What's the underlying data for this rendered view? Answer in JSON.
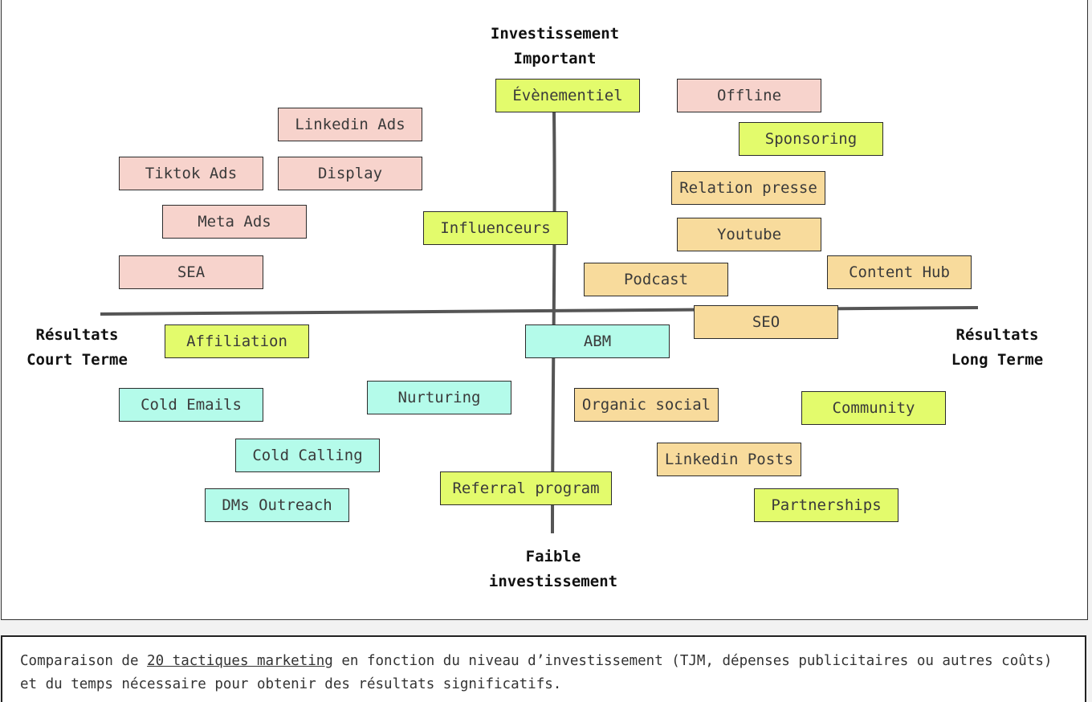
{
  "axes": {
    "top": [
      "Investissement",
      "Important"
    ],
    "bottom": [
      "Faible",
      "investissement"
    ],
    "left": [
      "Résultats",
      "Court Terme"
    ],
    "right": [
      "Résultats",
      "Long Terme"
    ]
  },
  "tactics": [
    {
      "label": "Évènementiel",
      "color": "#e3fb6c"
    },
    {
      "label": "Offline",
      "color": "#f7d3cc"
    },
    {
      "label": "Linkedin Ads",
      "color": "#f7d3cc"
    },
    {
      "label": "Sponsoring",
      "color": "#e3fb6c"
    },
    {
      "label": "Tiktok Ads",
      "color": "#f7d3cc"
    },
    {
      "label": "Display",
      "color": "#f7d3cc"
    },
    {
      "label": "Relation presse",
      "color": "#f8db9c"
    },
    {
      "label": "Meta Ads",
      "color": "#f7d3cc"
    },
    {
      "label": "Influenceurs",
      "color": "#e3fb6c"
    },
    {
      "label": "Youtube",
      "color": "#f8db9c"
    },
    {
      "label": "SEA",
      "color": "#f7d3cc"
    },
    {
      "label": "Podcast",
      "color": "#f8db9c"
    },
    {
      "label": "Content Hub",
      "color": "#f8db9c"
    },
    {
      "label": "SEO",
      "color": "#f8db9c"
    },
    {
      "label": "Affiliation",
      "color": "#e3fb6c"
    },
    {
      "label": "ABM",
      "color": "#b4fbea"
    },
    {
      "label": "Cold Emails",
      "color": "#b4fbea"
    },
    {
      "label": "Nurturing",
      "color": "#b4fbea"
    },
    {
      "label": "Organic social",
      "color": "#f8db9c"
    },
    {
      "label": "Community",
      "color": "#e3fb6c"
    },
    {
      "label": "Cold Calling",
      "color": "#b4fbea"
    },
    {
      "label": "Linkedin Posts",
      "color": "#f8db9c"
    },
    {
      "label": "Referral program",
      "color": "#e3fb6c"
    },
    {
      "label": "DMs Outreach",
      "color": "#b4fbea"
    },
    {
      "label": "Partnerships",
      "color": "#e3fb6c"
    }
  ],
  "caption": {
    "before": "Comparaison de ",
    "link": "20 tactiques marketing",
    "after": " en fonction du niveau d’investissement (TJM, dépenses publicitaires ou autres coûts) et du temps nécessaire pour obtenir des résultats significatifs."
  }
}
